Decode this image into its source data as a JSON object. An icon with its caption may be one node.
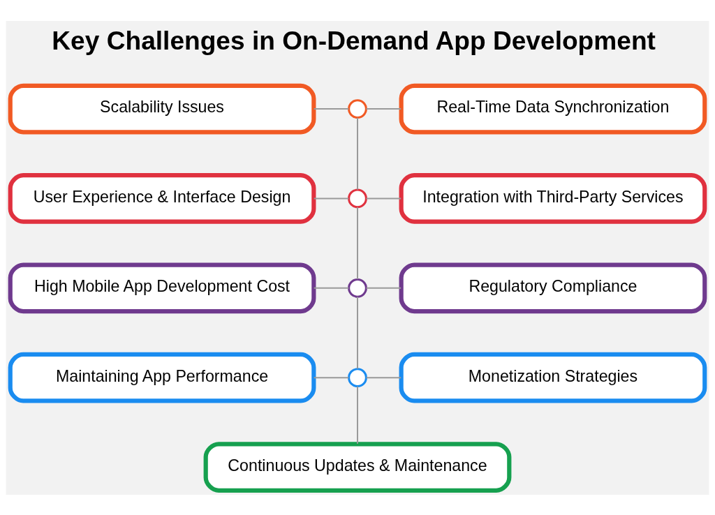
{
  "diagram": {
    "title": "Key Challenges in On-Demand App Development",
    "nodes": [
      {
        "text": [
          "Scalability Issues"
        ]
      },
      {
        "text": [],
        "shape": "circle"
      },
      {
        "text": [
          "Real-Time Data Synchronization"
        ]
      },
      {
        "text": [
          "User Experience & Interface Design"
        ]
      },
      {
        "text": [],
        "shape": "circle"
      },
      {
        "text": [
          "Integration with Third-Party Services"
        ]
      },
      {
        "text": [
          "High Mobile App Development Cost"
        ]
      },
      {
        "text": [],
        "shape": "circle"
      },
      {
        "text": [
          "Regulatory Compliance"
        ]
      },
      {
        "text": [
          "Maintaining App Performance"
        ]
      },
      {
        "text": [],
        "shape": "circle"
      },
      {
        "text": [
          "Monetization Strategies"
        ]
      },
      {
        "text": [
          "Continuous Updates & Maintenance"
        ]
      }
    ],
    "edges": [
      {
        "from": 0,
        "to": 1,
        "arrow": "none"
      },
      {
        "from": 1,
        "to": 2,
        "arrow": "none"
      },
      {
        "from": 3,
        "to": 4,
        "arrow": "none"
      },
      {
        "from": 4,
        "to": 5,
        "arrow": "none"
      },
      {
        "from": 1,
        "to": 4,
        "arrow": "none"
      },
      {
        "from": 6,
        "to": 7,
        "arrow": "none"
      },
      {
        "from": 7,
        "to": 8,
        "arrow": "none"
      },
      {
        "from": 4,
        "to": 7,
        "arrow": "none"
      },
      {
        "from": 9,
        "to": 10,
        "arrow": "none"
      },
      {
        "from": 10,
        "to": 11,
        "arrow": "none"
      },
      {
        "from": 7,
        "to": 10,
        "arrow": "none"
      },
      {
        "from": 10,
        "to": 12,
        "arrow": "none"
      }
    ]
  }
}
